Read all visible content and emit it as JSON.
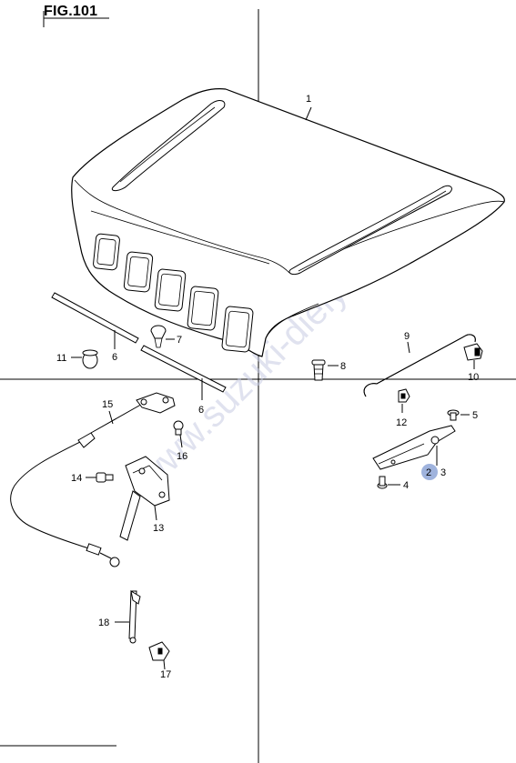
{
  "figure": {
    "title": "FIG.101"
  },
  "watermark": "www.suzuki-diely.sk",
  "highlight_color": "#9fb3dd",
  "callouts": {
    "p1": "1",
    "p2": "2",
    "p3": "3",
    "p4": "4",
    "p5": "5",
    "p6a": "6",
    "p6b": "6",
    "p7": "7",
    "p8": "8",
    "p9": "9",
    "p10": "10",
    "p11": "11",
    "p12": "12",
    "p13": "13",
    "p14": "14",
    "p15": "15",
    "p16": "16",
    "p17": "17",
    "p18": "18"
  }
}
